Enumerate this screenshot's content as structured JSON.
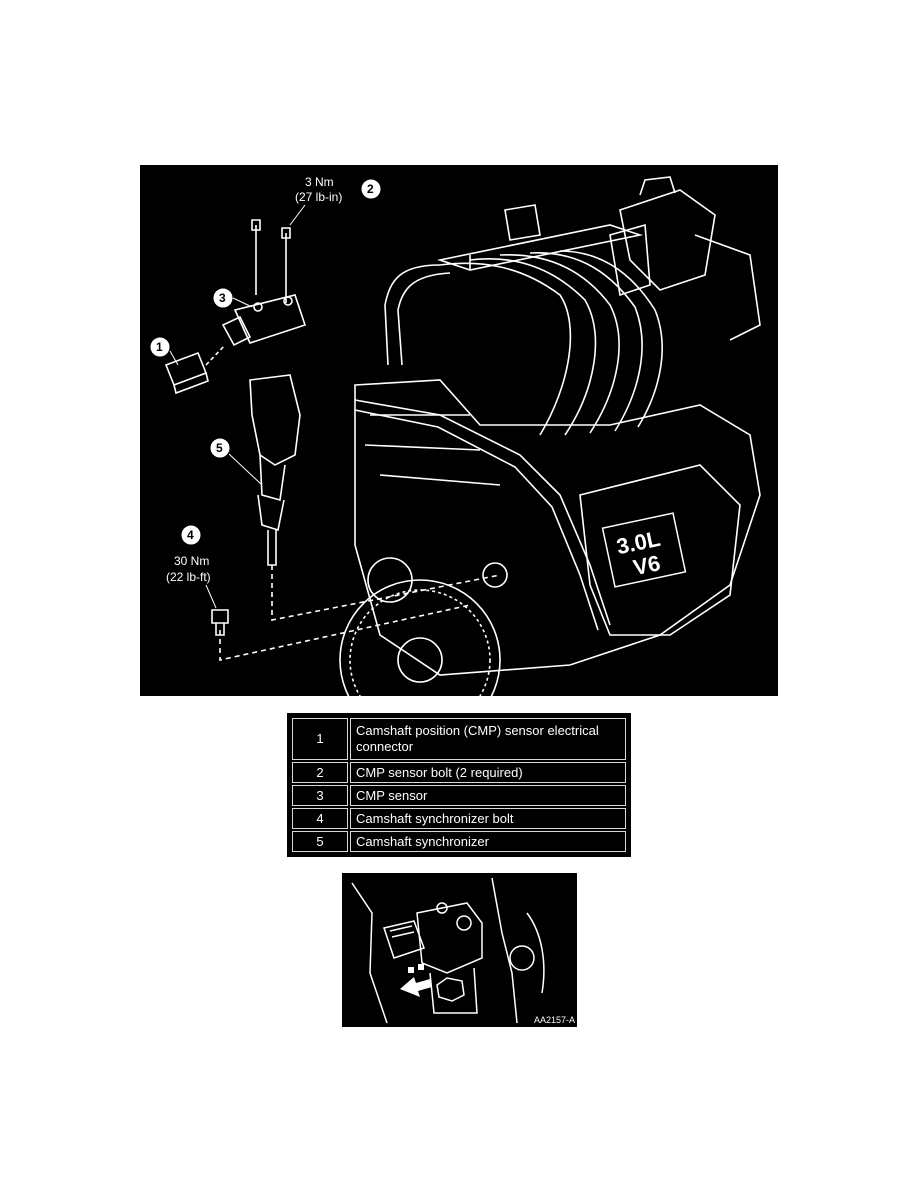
{
  "main_diagram": {
    "callouts": [
      {
        "number": "1"
      },
      {
        "number": "2",
        "torque_nm": "3 Nm",
        "torque_imperial": "(27 lb-in)"
      },
      {
        "number": "3"
      },
      {
        "number": "4",
        "torque_nm": "30 Nm",
        "torque_imperial": "(22 lb-ft)"
      },
      {
        "number": "5"
      }
    ],
    "engine_badge": {
      "line1": "3.0L",
      "line2": "V6"
    }
  },
  "legend": {
    "rows": [
      {
        "number": "1",
        "description": "Camshaft position (CMP) sensor electrical connector"
      },
      {
        "number": "2",
        "description": "CMP sensor bolt (2 required)"
      },
      {
        "number": "3",
        "description": "CMP sensor"
      },
      {
        "number": "4",
        "description": "Camshaft synchronizer bolt"
      },
      {
        "number": "5",
        "description": "Camshaft synchronizer"
      }
    ]
  },
  "detail_diagram": {
    "reference_code": "AA2157-A"
  }
}
